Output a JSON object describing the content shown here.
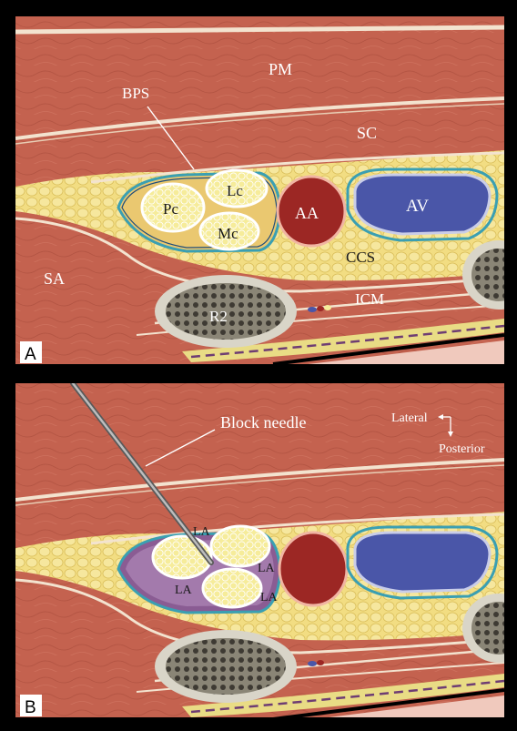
{
  "figure": {
    "panel_a": {
      "letter": "A",
      "labels": {
        "pm": "PM",
        "sc": "SC",
        "bps": "BPS",
        "sa": "SA",
        "pc": "Pc",
        "lc": "Lc",
        "mc": "Mc",
        "aa": "AA",
        "av": "AV",
        "ccs": "CCS",
        "icm": "ICM",
        "r2": "R2"
      }
    },
    "panel_b": {
      "letter": "B",
      "labels": {
        "block_needle": "Block needle",
        "lateral": "Lateral",
        "posterior": "Posterior",
        "la_1": "LA",
        "la_2": "LA",
        "la_3": "LA",
        "la_4": "LA"
      }
    },
    "colors": {
      "muscle": "#c4624f",
      "fat": "#f2dd82",
      "artery": "#9c2724",
      "vein": "#4a56a8",
      "nerve": "#f6ec9a",
      "rib": "#d9d5c8",
      "local_anesthetic": "#8a5c93",
      "frame": "#000000"
    }
  }
}
